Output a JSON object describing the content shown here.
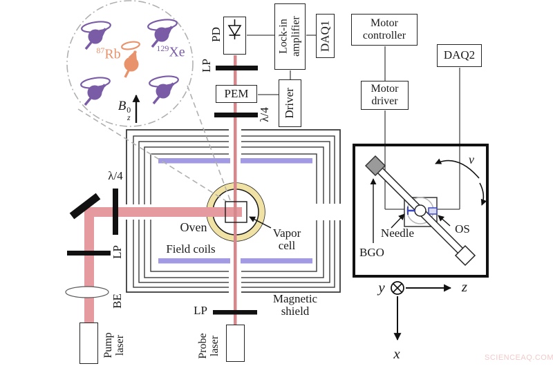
{
  "inset": {
    "rb_isotope": "87",
    "rb_symbol": "Rb",
    "xe_isotope": "129",
    "xe_symbol": "Xe",
    "field_symbol": "B",
    "field_sub": "z",
    "field_sup": "0"
  },
  "detection": {
    "pd": "PD",
    "lp": "LP",
    "pem": "PEM",
    "qwp": "λ/4",
    "lockin": "Lock-in\namplifier",
    "daq1": "DAQ1",
    "driver": "Driver"
  },
  "pump": {
    "qwp": "λ/4",
    "lp": "LP",
    "be": "BE",
    "laser": "Pump\nlaser"
  },
  "probe": {
    "lp": "LP",
    "laser": "Probe\nlaser"
  },
  "motor": {
    "controller": "Motor\ncontroller",
    "driver": "Motor\ndriver",
    "daq2": "DAQ2"
  },
  "shield": {
    "oven": "Oven",
    "vapor_cell": "Vapor\ncell",
    "field_coils": "Field coils",
    "label": "Magnetic\nshield"
  },
  "rotation": {
    "bgo": "BGO",
    "needle": "Needle",
    "os": "OS",
    "freq": "ν"
  },
  "axes": {
    "x": "x",
    "y": "y",
    "z": "z"
  },
  "watermark": "SCIENCEAQ.COM",
  "colors": {
    "pump_beam": "#e59aa0",
    "probe_beam": "#d4888c",
    "field_coil": "#a29ae2",
    "oven_ring": "#f0e2a4",
    "rb": "#e8936b",
    "xe": "#7a5ba6",
    "needle_blue": "#3a46c0",
    "dashed_gray": "#b0b0b0",
    "watermark_pink": "#f2caca"
  }
}
